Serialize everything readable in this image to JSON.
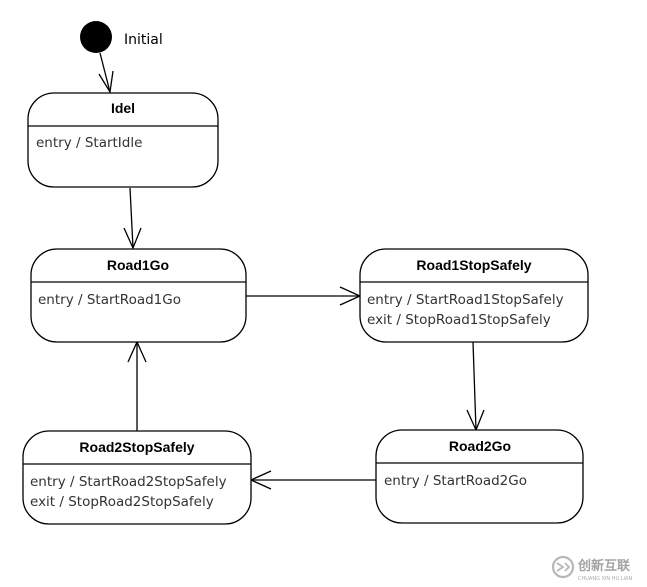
{
  "diagram": {
    "initial": {
      "label": "Initial"
    },
    "states": {
      "idel": {
        "name": "Idel",
        "activities": [
          "entry / StartIdle"
        ]
      },
      "road1go": {
        "name": "Road1Go",
        "activities": [
          "entry / StartRoad1Go"
        ]
      },
      "road1stopsafely": {
        "name": "Road1StopSafely",
        "activities": [
          "entry / StartRoad1StopSafely",
          "exit / StopRoad1StopSafely"
        ]
      },
      "road2go": {
        "name": "Road2Go",
        "activities": [
          "entry / StartRoad2Go"
        ]
      },
      "road2stopsafely": {
        "name": "Road2StopSafely",
        "activities": [
          "entry / StartRoad2StopSafely",
          "exit / StopRoad2StopSafely"
        ]
      }
    },
    "transitions": [
      {
        "from": "Initial",
        "to": "Idel"
      },
      {
        "from": "Idel",
        "to": "Road1Go"
      },
      {
        "from": "Road1Go",
        "to": "Road1StopSafely"
      },
      {
        "from": "Road1StopSafely",
        "to": "Road2Go"
      },
      {
        "from": "Road2Go",
        "to": "Road2StopSafely"
      },
      {
        "from": "Road2StopSafely",
        "to": "Road1Go"
      }
    ]
  },
  "watermark": {
    "text": "创新互联",
    "subtext": "CHUANG XIN HU LIAN"
  }
}
